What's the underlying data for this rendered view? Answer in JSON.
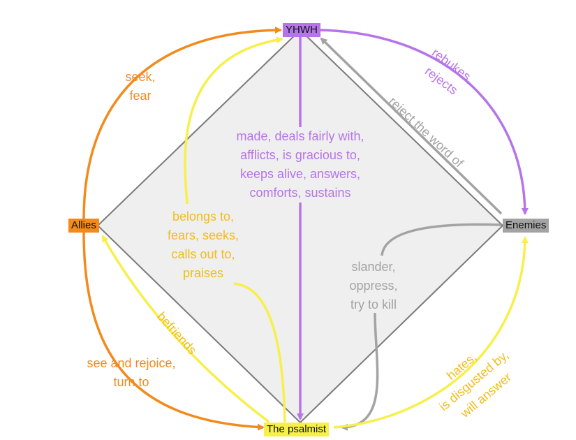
{
  "nodes": {
    "yhwh": "YHWH",
    "allies": "Allies",
    "enemies": "Enemies",
    "psalmist": "The psalmist"
  },
  "labels": {
    "allies_to_yhwh": [
      "seek,",
      "fear"
    ],
    "yhwh_to_enemies": [
      "rebukes,",
      "rejects"
    ],
    "enemies_to_yhwh": "reject the word of",
    "yhwh_to_psalmist": [
      "made, deals fairly with,",
      "afflicts, is gracious to,",
      "keeps alive, answers,",
      "comforts, sustains"
    ],
    "psalmist_to_yhwh": [
      "belongs to,",
      "fears, seeks,",
      "calls out to,",
      "praises"
    ],
    "enemies_to_psalmist": [
      "slander,",
      "oppress,",
      "try to kill"
    ],
    "psalmist_to_allies": "befriends",
    "allies_to_psalmist": [
      "see and rejoice,",
      "turn to"
    ],
    "psalmist_to_enemies": [
      "hates,",
      "is disgusted by,",
      "will answer"
    ]
  },
  "colors": {
    "orange": "#f28a1c",
    "purple": "#b574e8",
    "gray": "#a3a3a3",
    "yellow": "#f7ef4a",
    "yellow_text": "#f2bc1a",
    "diamond_fill": "#efefef",
    "diamond_stroke": "#7a7a7a"
  }
}
